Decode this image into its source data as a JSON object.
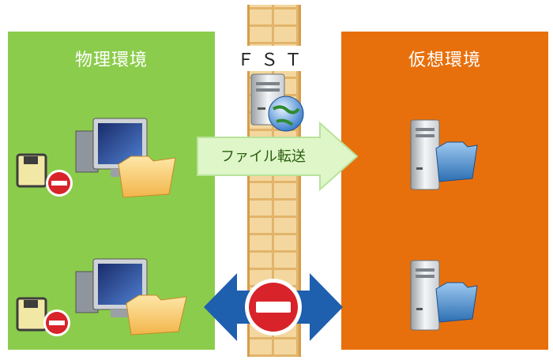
{
  "left_panel": {
    "title": "物理環境"
  },
  "right_panel": {
    "title": "仮想環境"
  },
  "firewall": {
    "label": "ＦＳＴ"
  },
  "transfer_arrow": {
    "label": "ファイル転送"
  },
  "icons": [
    "floppy-disk-icon",
    "no-entry-icon",
    "monitor-icon",
    "folder-icon",
    "server-icon",
    "globe-icon",
    "double-arrow-icon"
  ],
  "colors": {
    "left_bg": "#8ccc4c",
    "right_bg": "#e8700c",
    "arrow_green": "#d8f5c0",
    "blocked_arrow": "#1e5fae",
    "no_entry": "#d8232a"
  }
}
